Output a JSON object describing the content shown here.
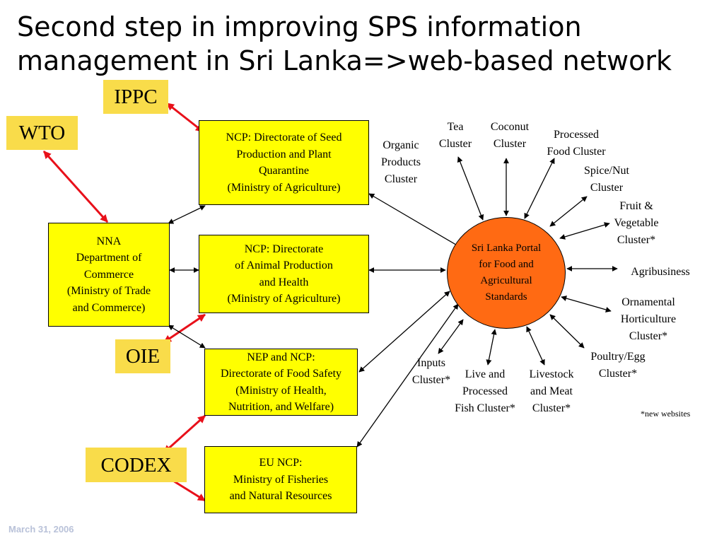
{
  "slide": {
    "title": "Second step in improving SPS information management in Sri Lanka=>web-based network",
    "footer_date": "March 31, 2006",
    "note": "*new websites"
  },
  "international_bodies": {
    "ippc": "IPPC",
    "wto": "WTO",
    "oie": "OIE",
    "codex": "CODEX"
  },
  "agencies": {
    "nna": "NNA\nDepartment of\nCommerce\n(Ministry of Trade\nand Commerce)",
    "seed": "NCP: Directorate of Seed\nProduction and Plant\nQuarantine\n(Ministry of Agriculture)",
    "animal": "NCP: Directorate\nof Animal Production\nand Health\n(Ministry of Agriculture)",
    "food_safety": "NEP and NCP:\nDirectorate of Food Safety\n(Ministry of Health,\nNutrition, and Welfare)",
    "eu": "EU NCP:\nMinistry of Fisheries\nand Natural Resources"
  },
  "portal": {
    "label": "Sri Lanka Portal\nfor  Food and\nAgricultural\nStandards"
  },
  "clusters": {
    "organic": "Organic\nProducts\nCluster",
    "tea": "Tea\nCluster",
    "coconut": "Coconut\nCluster",
    "processed_food": "Processed\nFood Cluster",
    "spice": "Spice/Nut\nCluster",
    "fruit_veg": "Fruit &\nVegetable\nCluster*",
    "agribusiness": "Agribusiness",
    "ornamental": "Ornamental\nHorticulture\nCluster*",
    "poultry": "Poultry/Egg\nCluster*",
    "livestock": "Livestock\nand Meat\nCluster*",
    "fish": "Live and\nProcessed\nFish Cluster*",
    "inputs": "Inputs\nCluster*"
  },
  "colors": {
    "box_fill": "#ffff00",
    "tag_fill": "#f9dc4a",
    "portal_fill": "#ff6a13",
    "red_link": "#e8101a",
    "black_link": "#000000",
    "date_text": "#b9c2d9"
  }
}
